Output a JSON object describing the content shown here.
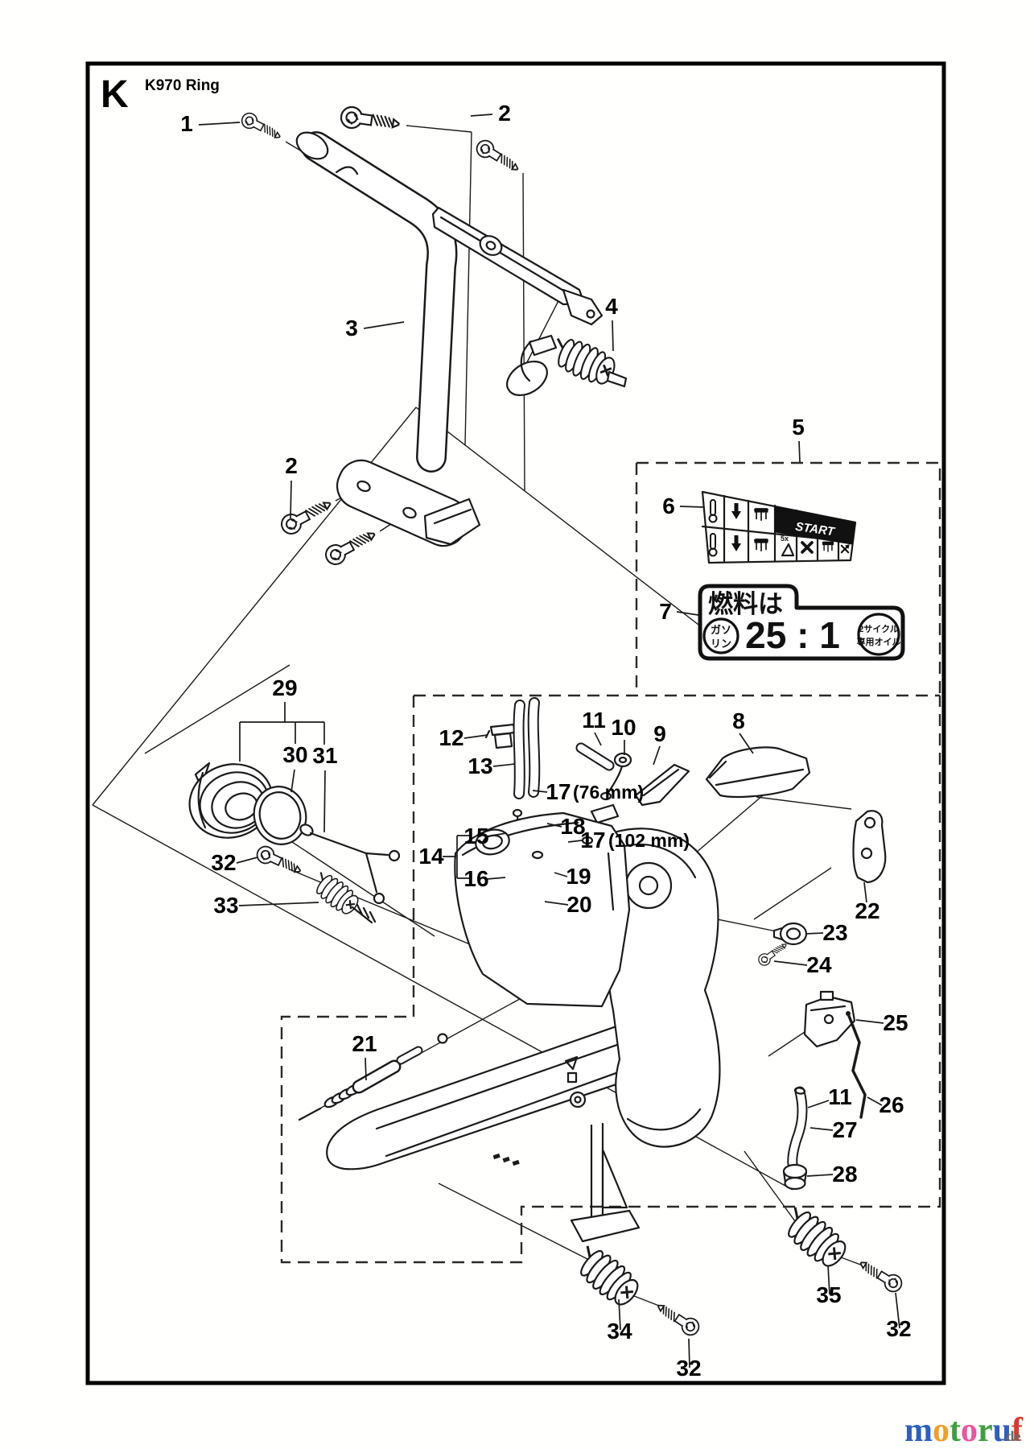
{
  "page": {
    "section_letter": "K",
    "title": "K970 Ring"
  },
  "decals": {
    "start_label": {
      "text": "START",
      "presses": "5x"
    },
    "fuel_label": {
      "header": "燃料は",
      "ratio": "25 : 1",
      "left_circle_line1": "ガソ",
      "left_circle_line2": "リン",
      "right_circle_line1": "2サイクル",
      "right_circle_line2": "専用オイル"
    }
  },
  "callouts": [
    {
      "label": "1"
    },
    {
      "label": "2"
    },
    {
      "label": "2"
    },
    {
      "label": "3"
    },
    {
      "label": "4"
    },
    {
      "label": "5"
    },
    {
      "label": "6"
    },
    {
      "label": "7"
    },
    {
      "label": "8"
    },
    {
      "label": "9"
    },
    {
      "label": "10"
    },
    {
      "label": "11"
    },
    {
      "label": "12"
    },
    {
      "label": "13"
    },
    {
      "label": "14"
    },
    {
      "label": "15"
    },
    {
      "label": "16"
    },
    {
      "label": "17"
    },
    {
      "label": "(76 mm)"
    },
    {
      "label": "18"
    },
    {
      "label": "17"
    },
    {
      "label": "(102 mm)"
    },
    {
      "label": "19"
    },
    {
      "label": "20"
    },
    {
      "label": "21"
    },
    {
      "label": "22"
    },
    {
      "label": "23"
    },
    {
      "label": "24"
    },
    {
      "label": "25"
    },
    {
      "label": "26"
    },
    {
      "label": "11"
    },
    {
      "label": "27"
    },
    {
      "label": "28"
    },
    {
      "label": "29"
    },
    {
      "label": "30"
    },
    {
      "label": "31"
    },
    {
      "label": "32"
    },
    {
      "label": "33"
    },
    {
      "label": "34"
    },
    {
      "label": "32"
    },
    {
      "label": "35"
    },
    {
      "label": "32"
    }
  ],
  "watermark": {
    "letters": [
      {
        "ch": "m",
        "color": "#2d5fc0"
      },
      {
        "ch": "o",
        "color": "#f09f28"
      },
      {
        "ch": "t",
        "color": "#3f9e3f"
      },
      {
        "ch": "o",
        "color": "#e8559f"
      },
      {
        "ch": "r",
        "color": "#3f9e3f"
      },
      {
        "ch": "u",
        "color": "#2d5fc0"
      },
      {
        "ch": "f",
        "color": "#d93a2e"
      }
    ],
    "suffix": ".de",
    "suffix_color": "#6b6b6b"
  }
}
